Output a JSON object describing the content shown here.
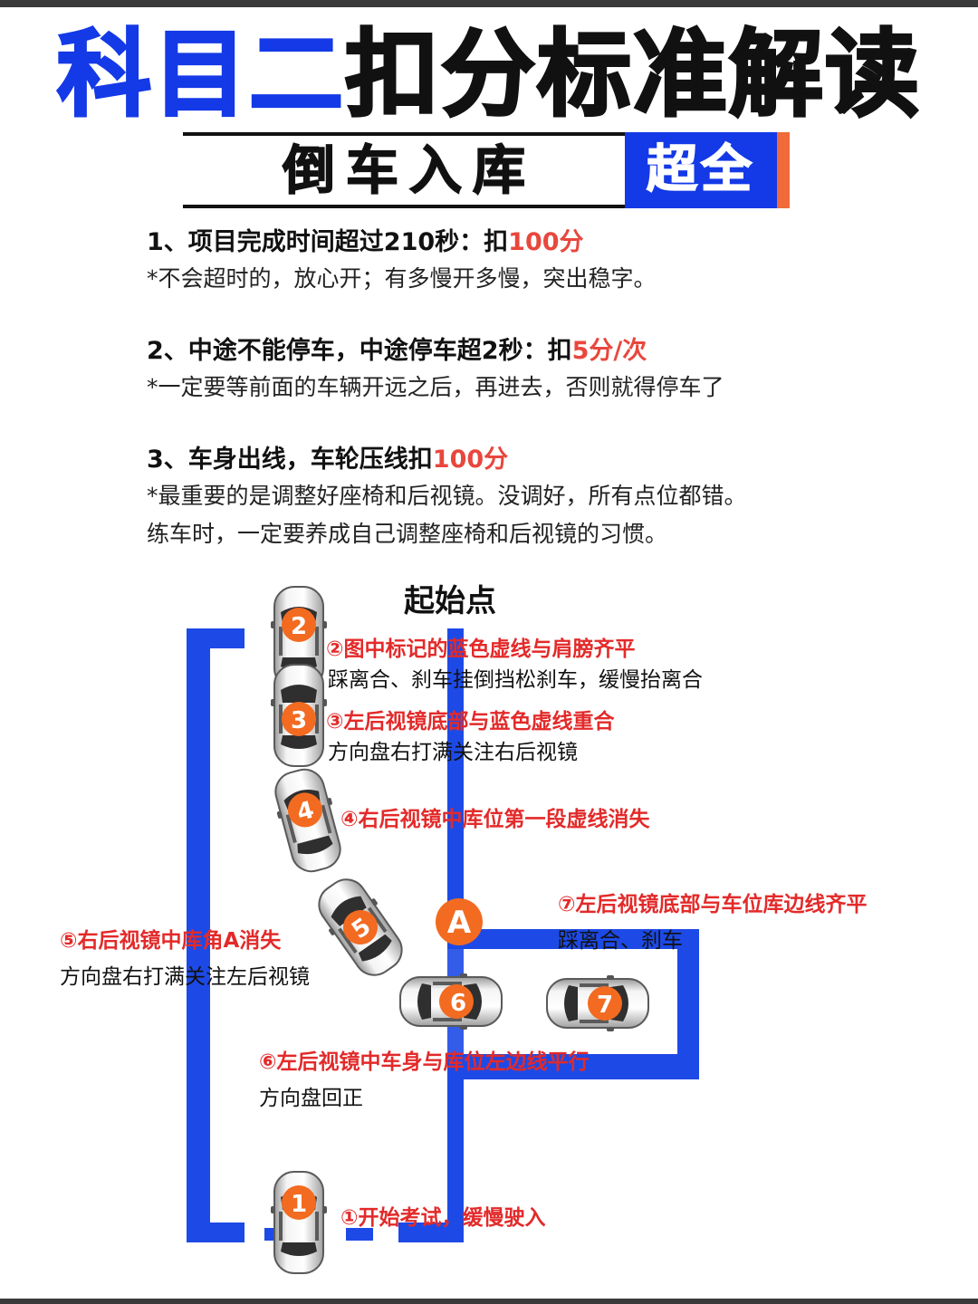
{
  "title": {
    "part1": "科目二",
    "part2": "扣分标准解读"
  },
  "subtitle": {
    "text": "倒车入库",
    "badge": "超全"
  },
  "colors": {
    "brand_blue": "#1439e6",
    "penalty_red": "#e8473d",
    "step_orange": "#f26b21",
    "accent_orange": "#f06a3a"
  },
  "rules": [
    {
      "head": "1、项目完成时间超过210秒：扣",
      "penalty": "100分",
      "notes": [
        "*不会超时的，放心开；有多慢开多慢，突出稳字。"
      ]
    },
    {
      "head": "2、中途不能停车，中途停车超2秒：扣",
      "penalty": "5分/次",
      "notes": [
        "*一定要等前面的车辆开远之后，再进去，否则就得停车了"
      ]
    },
    {
      "head": "3、车身出线，车轮压线扣",
      "penalty": "100分",
      "notes": [
        "*最重要的是调整好座椅和后视镜。没调好，所有点位都错。",
        "练车时，一定要养成自己调整座椅和后视镜的习惯。"
      ]
    }
  ],
  "diagram": {
    "start_label": "起始点",
    "corner_label": "A",
    "cars": [
      "1",
      "2",
      "3",
      "4",
      "5",
      "6",
      "7"
    ],
    "steps": [
      {
        "title": "①开始考试，缓慢驶入"
      },
      {
        "title": "②图中标记的蓝色虚线与肩膀齐平",
        "desc": "踩离合、刹车挂倒挡松刹车，缓慢抬离合"
      },
      {
        "title": "③左后视镜底部与蓝色虚线重合",
        "desc": "方向盘右打满关注右后视镜"
      },
      {
        "title": "④右后视镜中库位第一段虚线消失"
      },
      {
        "title": "⑤右后视镜中库角A消失",
        "desc": "方向盘右打满关注左后视镜"
      },
      {
        "title": "⑥左后视镜中车身与库位左边线平行",
        "desc": "方向盘回正"
      },
      {
        "title": "⑦左后视镜底部与车位库边线齐平",
        "desc": "踩离合、刹车"
      }
    ]
  }
}
